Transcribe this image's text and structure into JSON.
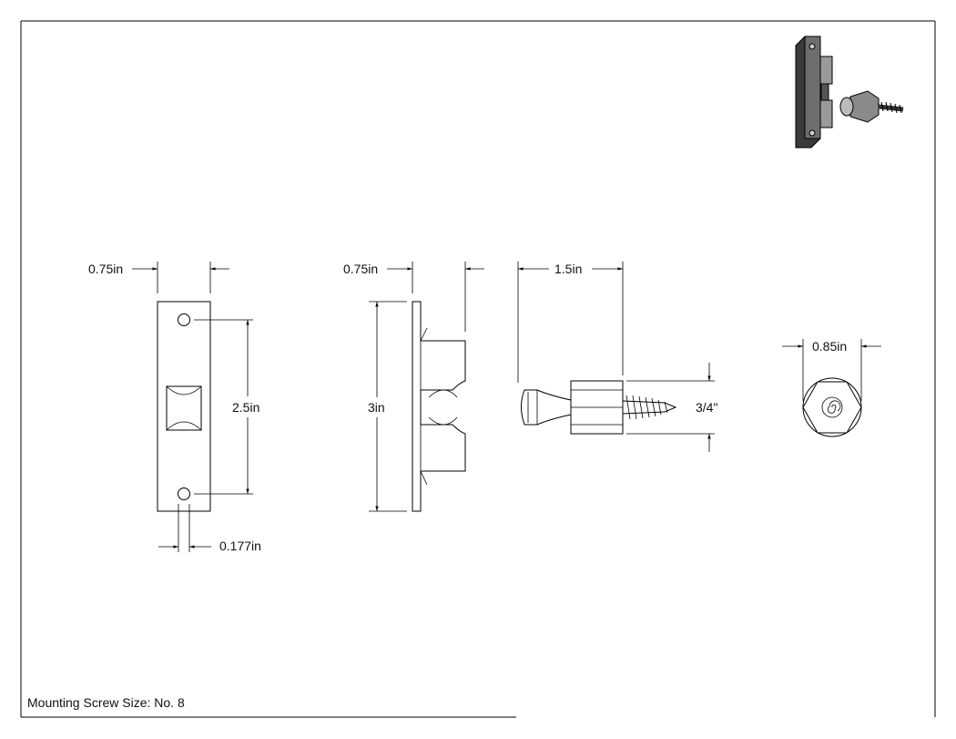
{
  "dimensions": {
    "plate_width": "0.75in",
    "hole_spacing": "2.5in",
    "hole_diameter": "0.177in",
    "side_width": "0.75in",
    "height": "3in",
    "stud_length": "1.5in",
    "screw_length": "3/4\"",
    "hex_width": "0.85in"
  },
  "note": "Mounting Screw Size: No. 8"
}
